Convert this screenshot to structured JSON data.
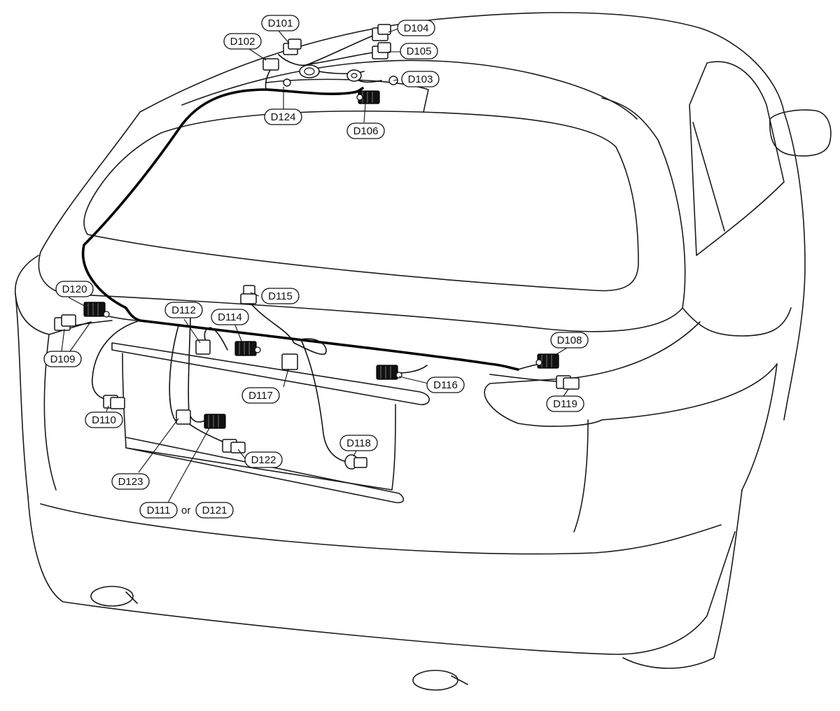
{
  "labels": {
    "d101": "D101",
    "d102": "D102",
    "d103": "D103",
    "d104": "D104",
    "d105": "D105",
    "d106": "D106",
    "d108": "D108",
    "d109": "D109",
    "d110": "D110",
    "d111": "D111",
    "d112": "D112",
    "d114": "D114",
    "d115": "D115",
    "d116": "D116",
    "d117": "D117",
    "d118": "D118",
    "d119": "D119",
    "d120": "D120",
    "d121": "D121",
    "d122": "D122",
    "d123": "D123",
    "d124": "D124"
  },
  "or_text": "or",
  "colors": {
    "line": "#1a1a1a",
    "harness": "#000000",
    "background": "#ffffff"
  }
}
